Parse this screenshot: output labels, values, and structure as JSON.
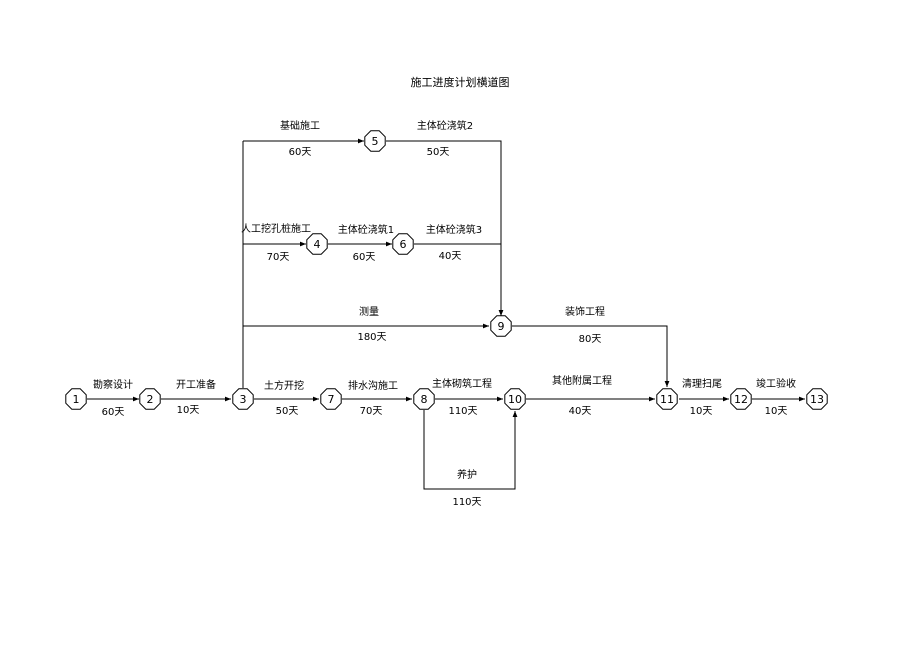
{
  "title": "施工进度计划横道图",
  "nodes": [
    "1",
    "2",
    "3",
    "4",
    "5",
    "6",
    "7",
    "8",
    "9",
    "10",
    "11",
    "12",
    "13"
  ],
  "activities": {
    "a1_2": {
      "name": "勘察设计",
      "duration": "60天"
    },
    "a2_3": {
      "name": "开工准备",
      "duration": "10天"
    },
    "a3_5": {
      "name": "基础施工",
      "duration": "60天"
    },
    "a5_9": {
      "name": "主体砼浇筑2",
      "duration": "50天"
    },
    "a3_4": {
      "name": "人工挖孔桩施工",
      "duration": "70天"
    },
    "a4_6": {
      "name": "主体砼浇筑1",
      "duration": "60天"
    },
    "a6_9": {
      "name": "主体砼浇筑3",
      "duration": "40天"
    },
    "a3_9": {
      "name": "测量",
      "duration": "180天"
    },
    "a9_11": {
      "name": "装饰工程",
      "duration": "80天"
    },
    "a3_7": {
      "name": "土方开挖",
      "duration": "50天"
    },
    "a7_8": {
      "name": "排水沟施工",
      "duration": "70天"
    },
    "a8_10": {
      "name": "主体砌筑工程",
      "duration": "110天"
    },
    "a8_10b": {
      "name": "养护",
      "duration": "110天"
    },
    "a10_11": {
      "name": "其他附属工程",
      "duration": "40天"
    },
    "a11_12": {
      "name": "清理扫尾",
      "duration": "10天"
    },
    "a12_13": {
      "name": "竣工验收",
      "duration": "10天"
    }
  }
}
